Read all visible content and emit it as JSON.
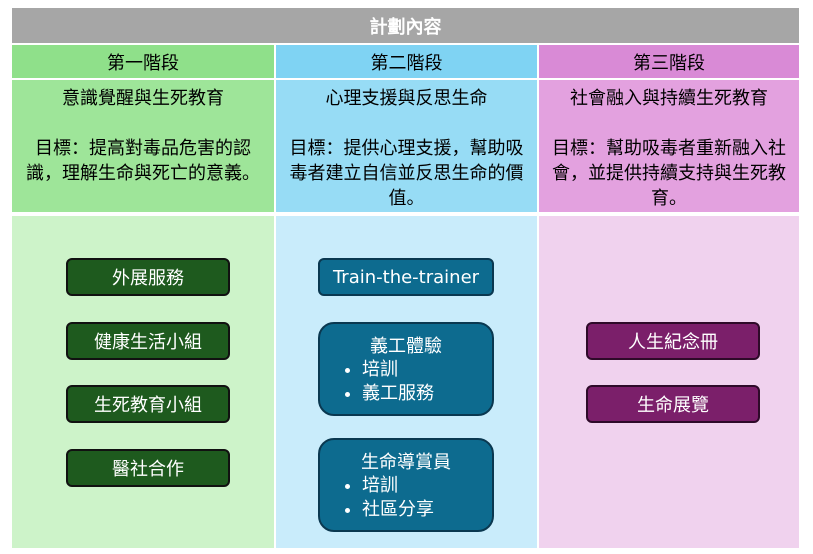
{
  "title": "計劃內容",
  "columns": [
    {
      "phase": "第一階段",
      "focus": "意識覺醒與生死教育",
      "goal": "目標：提高對毒品危害的認識，理解生命與死亡的意義。",
      "items": [
        "外展服務",
        "健康生活小組",
        "生死教育小組",
        "醫社合作"
      ]
    },
    {
      "phase": "第二階段",
      "focus": "心理支援與反思生命",
      "goal": "目標：提供心理支援，幫助吸毒者建立自信並反思生命的價值。",
      "items": [
        {
          "label": "Train-the-trainer"
        },
        {
          "label": "義工體驗",
          "bullets": [
            "培訓",
            "義工服務"
          ]
        },
        {
          "label": "生命導賞員",
          "bullets": [
            "培訓",
            "社區分享"
          ]
        }
      ]
    },
    {
      "phase": "第三階段",
      "focus": "社會融入與持續生死教育",
      "goal": "目標：幫助吸毒者重新融入社會，並提供持續支持與生死教育。",
      "items": [
        "人生紀念冊",
        "生命展覽"
      ]
    }
  ],
  "colors": {
    "title_bg": "#a6a6a6",
    "phase1": "#8fe08a",
    "phase2": "#7fd3f3",
    "phase3": "#d98ad6",
    "box_green": "#1e5a1e",
    "box_blue": "#0d6b8f",
    "box_purple": "#7b1f6a"
  }
}
